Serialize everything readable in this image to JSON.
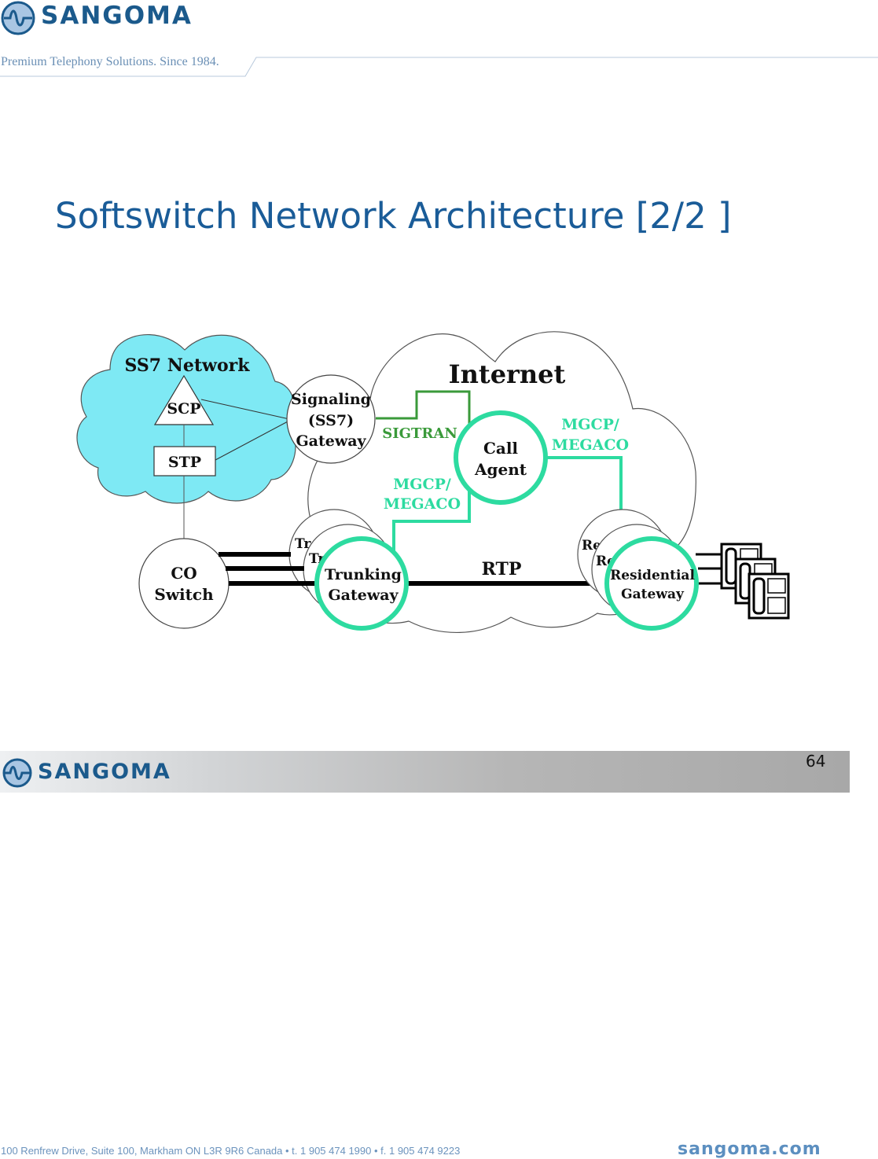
{
  "header": {
    "logo_text": "SANGOMA",
    "tagline": "Premium Telephony Solutions. Since 1984."
  },
  "slide": {
    "title": "Softswitch Network Architecture [2/2 ]",
    "page_number": "64"
  },
  "diagram": {
    "clouds": {
      "ss7": "SS7 Network",
      "internet": "Internet"
    },
    "nodes": {
      "scp": "SCP",
      "stp": "STP",
      "signaling_gateway": [
        "Signaling",
        "(SS7)",
        "Gateway"
      ],
      "call_agent": [
        "Call",
        "Agent"
      ],
      "co_switch": [
        "CO",
        "Switch"
      ],
      "trunking_gateway": [
        "Trunking",
        "Gateway"
      ],
      "residential_gateway": [
        "Residential",
        "Gateway"
      ],
      "trunking_stack_labels": [
        "Tr",
        "Tr"
      ],
      "residential_stack_labels": [
        "Re",
        "Re"
      ]
    },
    "links": {
      "sigtran": "SIGTRAN",
      "mgcp_left": [
        "MGCP/",
        "MEGACO"
      ],
      "mgcp_right": [
        "MGCP/",
        "MEGACO"
      ],
      "rtp": "RTP"
    },
    "colors": {
      "ss7_cloud": "#7ee9f4",
      "sigtran": "#3a9a3a",
      "mgcp": "#2ddba0",
      "ring": "#2ddba0"
    }
  },
  "footer": {
    "logo_text": "SANGOMA",
    "address": "100 Renfrew Drive, Suite 100, Markham ON L3R 9R6 Canada  •  t. 1 905 474 1990  •  f. 1 905 474 9223",
    "website": "sangoma.com"
  }
}
